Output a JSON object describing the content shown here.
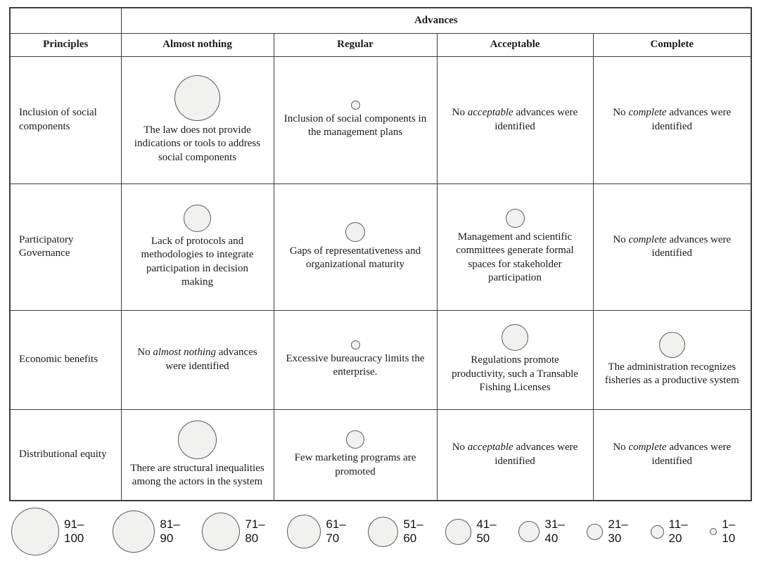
{
  "table": {
    "advances_header": "Advances",
    "principles_header": "Principles",
    "columns": [
      "Almost nothing",
      "Regular",
      "Acceptable",
      "Complete"
    ],
    "rows": [
      {
        "principle": "Inclusion of social components",
        "an": {
          "d": 65,
          "text": "The law does not provide indications or tools to address social components"
        },
        "reg": {
          "d": 13,
          "text": "Inclusion of social components in the management plans"
        },
        "acc": {
          "pre": "No ",
          "it": "acceptable",
          "post": " advances were identified"
        },
        "comp": {
          "pre": "No ",
          "it": "complete",
          "post": " advances were identified"
        }
      },
      {
        "principle": "Participatory Governance",
        "an": {
          "d": 39,
          "text": "Lack of protocols and methodologies to integrate participation in decision making"
        },
        "reg": {
          "d": 28,
          "text": "Gaps of representativeness and organizational maturity"
        },
        "acc": {
          "d": 27,
          "text": "Management and scientific committees generate formal spaces for stakeholder participation"
        },
        "comp": {
          "pre": "No ",
          "it": "complete",
          "post": " advances were identified"
        }
      },
      {
        "principle": "Economic benefits",
        "an": {
          "pre": "No ",
          "it": "almost nothing",
          "post": " advances were identified"
        },
        "reg": {
          "d": 13,
          "text": "Excessive bureaucracy limits the enterprise."
        },
        "acc": {
          "d": 38,
          "text": "Regulations promote productivity, such a Transable Fishing Licenses"
        },
        "comp": {
          "d": 37,
          "text": "The administration recognizes fisheries as a productive system"
        }
      },
      {
        "principle": "Distributional equity",
        "an": {
          "d": 55,
          "text": "There are structural inequalities among the actors in the system"
        },
        "reg": {
          "d": 26,
          "text": "Few marketing programs are promoted"
        },
        "acc": {
          "pre": "No ",
          "it": "acceptable",
          "post": " advances were identified"
        },
        "comp": {
          "pre": "No ",
          "it": "complete",
          "post": " advances were identified"
        }
      }
    ]
  },
  "legend": {
    "items": [
      {
        "d": 68,
        "label": "91–100"
      },
      {
        "d": 60,
        "label": "81–90"
      },
      {
        "d": 54,
        "label": "71–80"
      },
      {
        "d": 48,
        "label": "61–70"
      },
      {
        "d": 43,
        "label": "51–60"
      },
      {
        "d": 37,
        "label": "41–50"
      },
      {
        "d": 30,
        "label": "31–40"
      },
      {
        "d": 23,
        "label": "21–30"
      },
      {
        "d": 19,
        "label": "11–20"
      },
      {
        "d": 10,
        "label": "1–10"
      }
    ]
  },
  "colors": {
    "bubble_fill": "#f1f1f0",
    "bubble_stroke": "#5a5a5a",
    "border": "#3d3d3d"
  },
  "chart_data": {
    "type": "table",
    "subtype": "bubble-matrix",
    "column_group_label": "Advances",
    "row_group_label": "Principles",
    "columns": [
      "Almost nothing",
      "Regular",
      "Acceptable",
      "Complete"
    ],
    "rows": [
      "Inclusion of social components",
      "Participatory Governance",
      "Economic benefits",
      "Distributional equity"
    ],
    "legend_size_ranges": [
      "91–100",
      "81–90",
      "71–80",
      "61–70",
      "51–60",
      "41–50",
      "31–40",
      "21–30",
      "11–20",
      "1–10"
    ],
    "cells": [
      {
        "row": "Inclusion of social components",
        "column": "Almost nothing",
        "score_range": "91–100",
        "note": "The law does not provide indications or tools to address social components"
      },
      {
        "row": "Inclusion of social components",
        "column": "Regular",
        "score_range": "1–10",
        "note": "Inclusion of social components in the management plans"
      },
      {
        "row": "Inclusion of social components",
        "column": "Acceptable",
        "score_range": null,
        "note": "No acceptable advances were identified"
      },
      {
        "row": "Inclusion of social components",
        "column": "Complete",
        "score_range": null,
        "note": "No complete advances were identified"
      },
      {
        "row": "Participatory Governance",
        "column": "Almost nothing",
        "score_range": "41–50",
        "note": "Lack of protocols and methodologies to integrate participation in decision making"
      },
      {
        "row": "Participatory Governance",
        "column": "Regular",
        "score_range": "31–40",
        "note": "Gaps of representativeness and organizational maturity"
      },
      {
        "row": "Participatory Governance",
        "column": "Acceptable",
        "score_range": "31–40",
        "note": "Management and scientific committees generate formal spaces for stakeholder participation"
      },
      {
        "row": "Participatory Governance",
        "column": "Complete",
        "score_range": null,
        "note": "No complete advances were identified"
      },
      {
        "row": "Economic benefits",
        "column": "Almost nothing",
        "score_range": null,
        "note": "No almost nothing advances were identified"
      },
      {
        "row": "Economic benefits",
        "column": "Regular",
        "score_range": "1–10",
        "note": "Excessive bureaucracy limits the enterprise."
      },
      {
        "row": "Economic benefits",
        "column": "Acceptable",
        "score_range": "41–50",
        "note": "Regulations promote productivity, such a Transable Fishing Licenses"
      },
      {
        "row": "Economic benefits",
        "column": "Complete",
        "score_range": "41–50",
        "note": "The administration recognizes fisheries as a productive system"
      },
      {
        "row": "Distributional equity",
        "column": "Almost nothing",
        "score_range": "71–80",
        "note": "There are structural inequalities among the actors in the system"
      },
      {
        "row": "Distributional equity",
        "column": "Regular",
        "score_range": "21–30",
        "note": "Few marketing programs are promoted"
      },
      {
        "row": "Distributional equity",
        "column": "Acceptable",
        "score_range": null,
        "note": "No acceptable advances were identified"
      },
      {
        "row": "Distributional equity",
        "column": "Complete",
        "score_range": null,
        "note": "No complete advances were identified"
      }
    ]
  }
}
